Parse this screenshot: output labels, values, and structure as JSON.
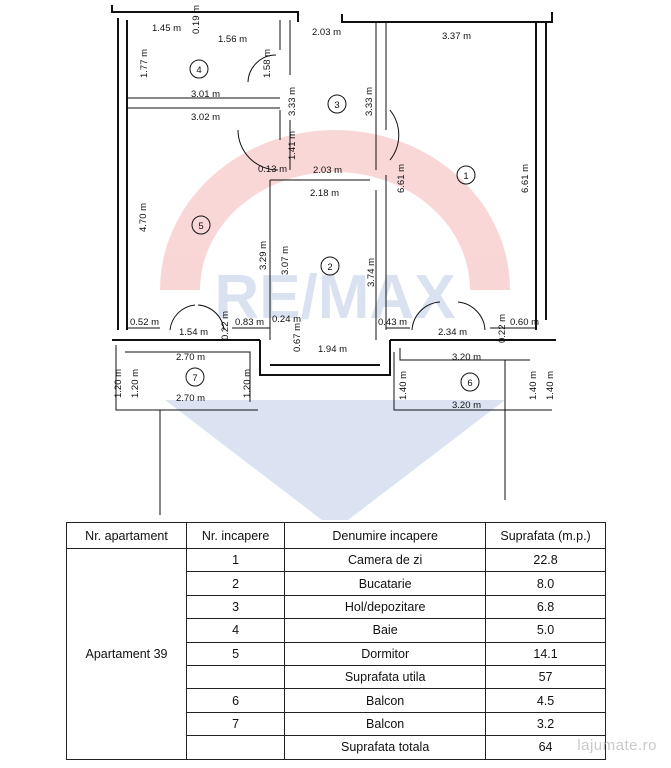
{
  "colors": {
    "logo_red": "#e8484a",
    "logo_blue": "#5a7fc4",
    "line": "#111111"
  },
  "logo": {
    "text": "RE/MAX"
  },
  "rooms": [
    {
      "number": "1"
    },
    {
      "number": "2"
    },
    {
      "number": "3"
    },
    {
      "number": "4"
    },
    {
      "number": "5"
    },
    {
      "number": "6"
    },
    {
      "number": "7"
    }
  ],
  "dimensions": [
    "1.45 m",
    "0.19 m",
    "1.56 m",
    "2.03 m",
    "3.37 m",
    "1.77 m",
    "1.58 m",
    "3.33 m",
    "3.33 m",
    "3.01 m",
    "3.02 m",
    "1.41 m",
    "0.13 m",
    "2.03 m",
    "2.18 m",
    "6.61 m",
    "6.61 m",
    "4.70 m",
    "3.29 m",
    "3.07 m",
    "3.74 m",
    "0.52 m",
    "1.54 m",
    "0.22 m",
    "0.83 m",
    "0.24 m",
    "0.67 m",
    "1.94 m",
    "0.43 m",
    "2.34 m",
    "0.22 m",
    "0.60 m",
    "2.70 m",
    "1.20 m",
    "1.20 m",
    "1.20 m",
    "2.70 m",
    "3.20 m",
    "1.40 m",
    "1.40 m",
    "1.40 m",
    "3.20 m"
  ],
  "table": {
    "headers": [
      "Nr. apartament",
      "Nr. incapere",
      "Denumire incapere",
      "Suprafata (m.p.)"
    ],
    "apartment": "Apartament 39",
    "rows": [
      {
        "nr": "1",
        "name": "Camera de zi",
        "area": "22.8"
      },
      {
        "nr": "2",
        "name": "Bucatarie",
        "area": "8.0"
      },
      {
        "nr": "3",
        "name": "Hol/depozitare",
        "area": "6.8"
      },
      {
        "nr": "4",
        "name": "Baie",
        "area": "5.0"
      },
      {
        "nr": "5",
        "name": "Dormitor",
        "area": "14.1"
      },
      {
        "nr": "",
        "name": "Suprafata utila",
        "area": "57"
      },
      {
        "nr": "6",
        "name": "Balcon",
        "area": "4.5"
      },
      {
        "nr": "7",
        "name": "Balcon",
        "area": "3.2"
      },
      {
        "nr": "",
        "name": "Suprafata totala",
        "area": "64"
      }
    ]
  },
  "watermark": "lajumate.ro"
}
